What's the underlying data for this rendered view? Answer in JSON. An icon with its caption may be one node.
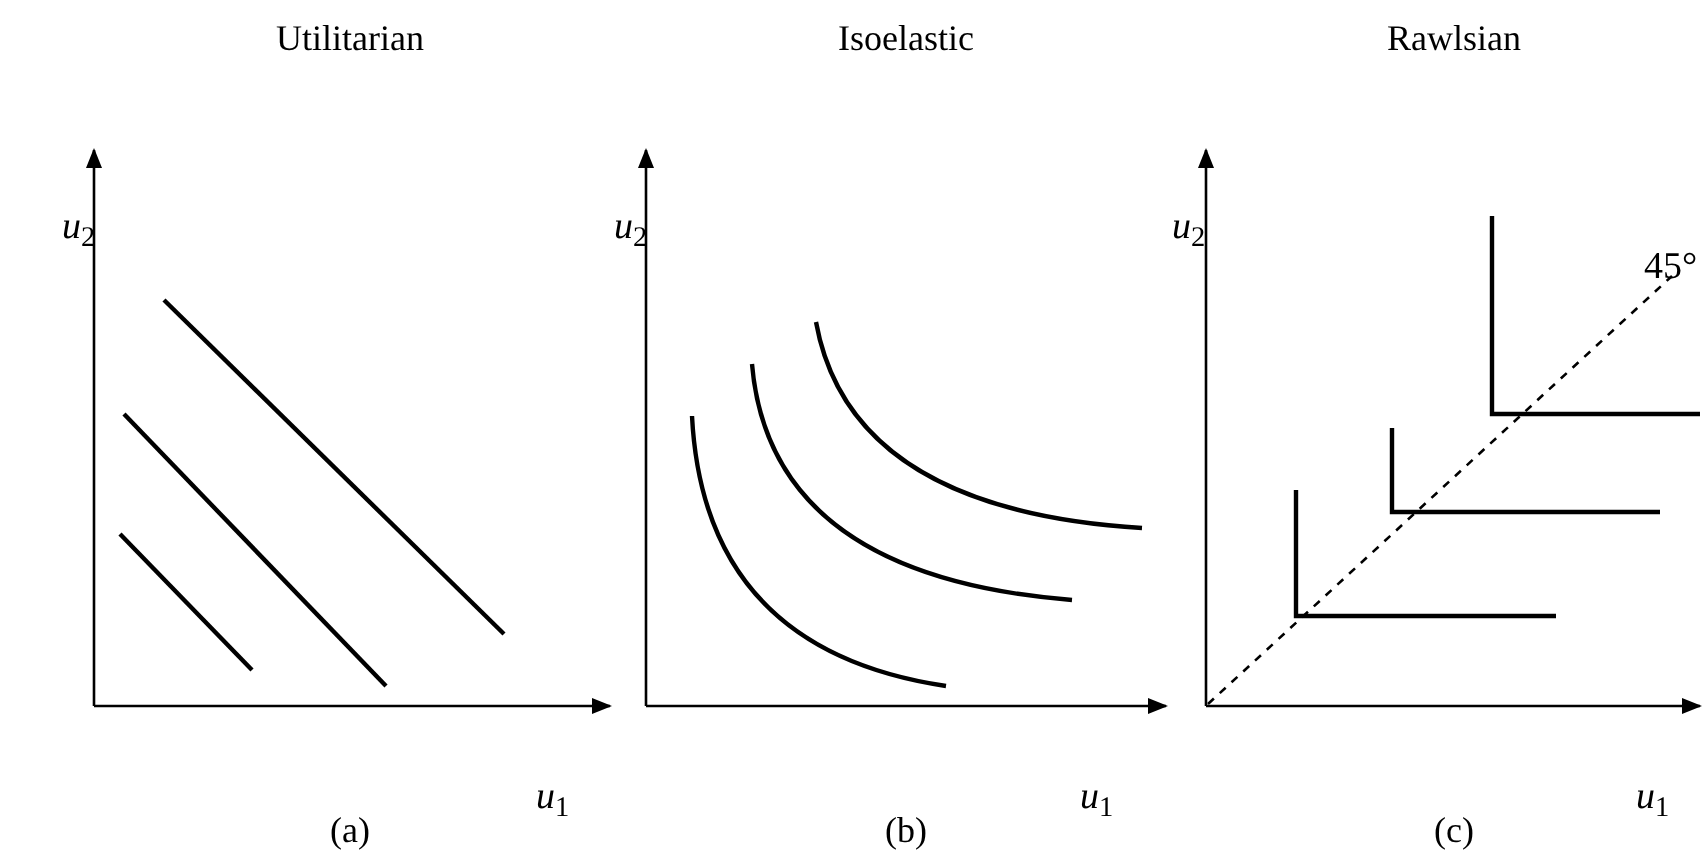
{
  "diagram": {
    "labels": [
      "Utilitarian",
      "Isoelastic",
      "Rawlsian",
      "*u*$_{2}$",
      "*u*$_{2}$",
      "*u*$_{2}$",
      "45°",
      "*u*$_{1}$",
      "*u*$_{1}$",
      "*u*$_{1}$",
      "(a)",
      "(b)",
      "(c)"
    ]
  }
}
